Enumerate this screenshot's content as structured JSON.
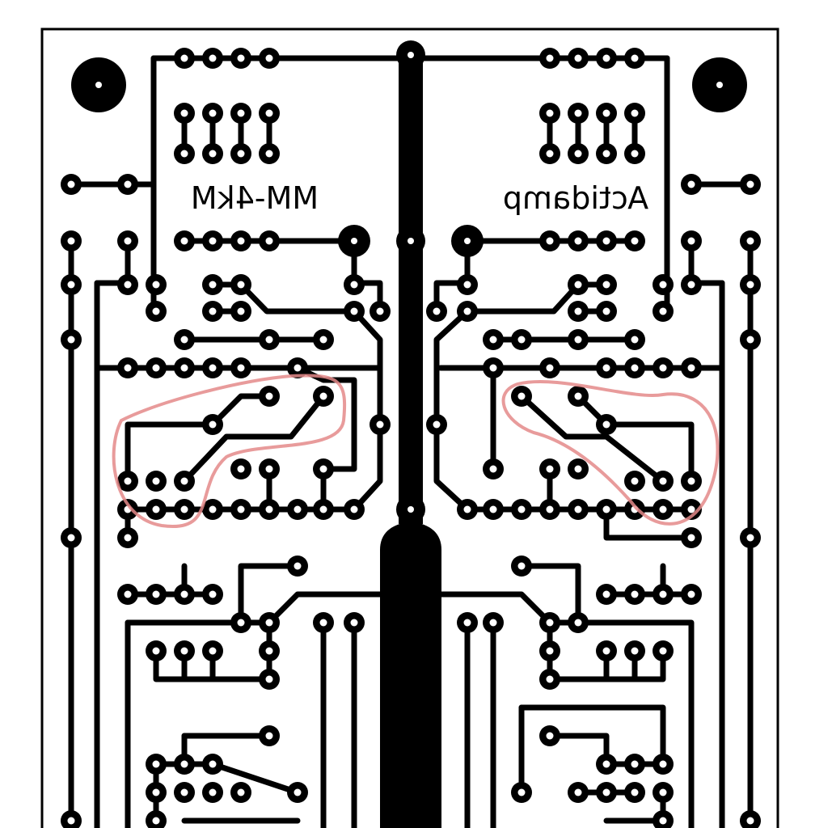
{
  "board": {
    "label_left": "MM-4kM",
    "label_right": "Actidamp",
    "label_left_mirrored": true,
    "label_right_mirrored": true
  },
  "colors": {
    "copper": "#000000",
    "substrate": "#ffffff",
    "outline": "#000000",
    "annotation": "#e48a8a"
  },
  "annotations": [
    {
      "name": "red-highlight-left",
      "color": "#e48a8a"
    },
    {
      "name": "red-highlight-right",
      "color": "#e48a8a"
    }
  ]
}
